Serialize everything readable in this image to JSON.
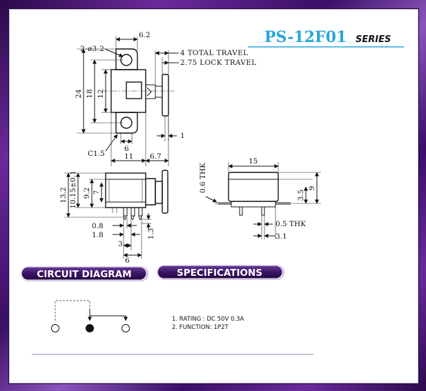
{
  "header": {
    "model": "PS-12F01",
    "series": "SERIES",
    "accent_color": "#2aa4dc"
  },
  "top_view": {
    "hole_callout": "2-ø3.2",
    "dim_top_width": "6.2",
    "total_travel": "4 TOTAL TRAVEL",
    "lock_travel": "2.75 LOCK TRAVEL",
    "dim_height_24": "24",
    "dim_height_18": "18",
    "dim_height_12": "12",
    "dim_6": "6",
    "dim_1": "1",
    "chamfer": "C1.5",
    "dim_11": "11",
    "dim_6_7": "6.7"
  },
  "side_view": {
    "dim_13_2": "13.2",
    "dim_10_15": "10.15±0.1",
    "dim_9_2": "9.2",
    "dim_7": "7",
    "dim_0_8": "0.8",
    "dim_1_8": "1.8",
    "dim_3": "3",
    "dim_6": "6",
    "dim_1_3": "1.3"
  },
  "front_view": {
    "dim_15": "15",
    "thickness_0_6": "0.6 THK",
    "dim_3_5": "3.5",
    "dim_9": "9",
    "thickness_0_5": "0.5 THK",
    "dim_3_1": "3.1"
  },
  "sections": {
    "circuit_label": "CIRCUIT DIAGRAM",
    "spec_label": "SPECIFICATIONS",
    "pill_color": "#3a1466"
  },
  "specifications": {
    "rating": "1. RATING : DC 50V 0.3A",
    "function": "2. FUNCTION: 1P2T"
  }
}
